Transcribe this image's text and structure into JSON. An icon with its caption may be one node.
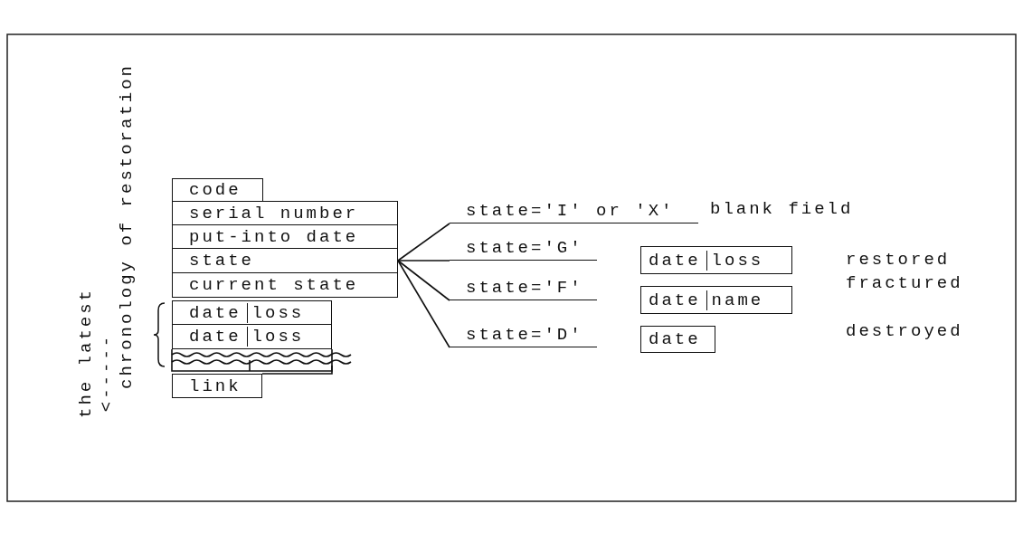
{
  "diagram": {
    "nodes": [
      {
        "text": [
          "code"
        ]
      },
      {
        "text": [
          "serial number"
        ]
      },
      {
        "text": [
          "put-into date"
        ]
      },
      {
        "text": [
          "state"
        ]
      },
      {
        "text": [
          "current state"
        ]
      },
      {
        "text": [
          "date",
          "loss"
        ]
      },
      {
        "text": [
          "date",
          "loss"
        ]
      },
      {
        "text": [
          "link"
        ]
      },
      {
        "text": [
          "state='I' or 'X'"
        ]
      },
      {
        "text": [
          "state='G'"
        ]
      },
      {
        "text": [
          "state='F'"
        ]
      },
      {
        "text": [
          "state='D'"
        ]
      },
      {
        "text": [
          "date",
          "loss"
        ]
      },
      {
        "text": [
          "date",
          "name"
        ]
      },
      {
        "text": [
          "date"
        ]
      }
    ],
    "edges": [
      {
        "from": 3,
        "to": 8,
        "arrow": "none"
      },
      {
        "from": 3,
        "to": 9,
        "arrow": "none"
      },
      {
        "from": 3,
        "to": 10,
        "arrow": "none"
      },
      {
        "from": 3,
        "to": 11,
        "arrow": "none"
      }
    ],
    "labels": [
      "the latest",
      "<-----",
      "chronology of restoration",
      "blank field",
      "restored",
      "fractured",
      "destroyed"
    ]
  }
}
